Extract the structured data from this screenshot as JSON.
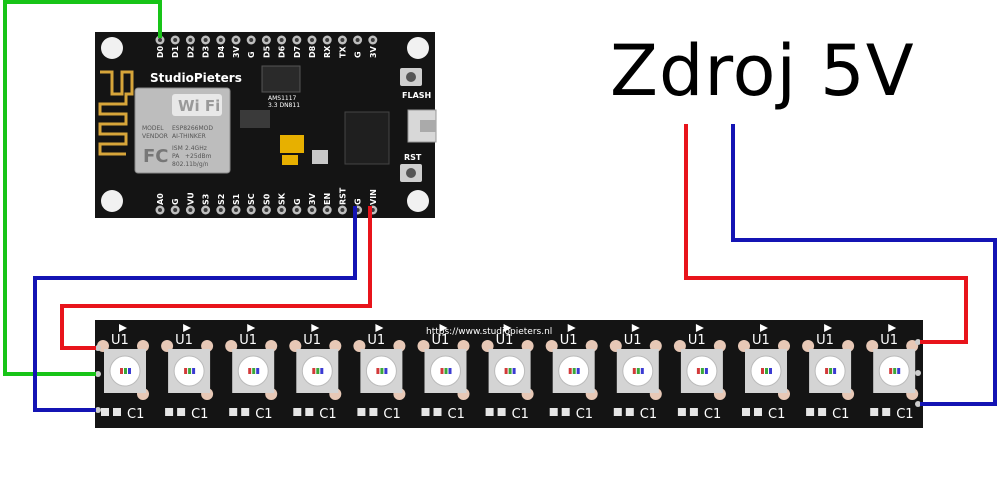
{
  "title": "Zdroj 5V",
  "board": {
    "brand": "StudioPieters",
    "top_pins": [
      "D0",
      "D1",
      "D2",
      "D3",
      "D4",
      "3V",
      "G",
      "D5",
      "D6",
      "D7",
      "D8",
      "RX",
      "TX",
      "G",
      "3V"
    ],
    "bottom_pins": [
      "A0",
      "G",
      "VU",
      "S3",
      "S2",
      "S1",
      "SC",
      "S0",
      "SK",
      "G",
      "3V",
      "EN",
      "RST",
      "G",
      "VIN"
    ],
    "flash_label": "FLASH",
    "rst_label": "RST",
    "wifi_label": "Wi Fi",
    "module_text": [
      "MODEL",
      "VENDOR",
      "ESP8266MOD",
      "AI-THINKER",
      "ISM",
      "2.4GHz",
      "PA",
      "+25dBm",
      "802.11b/g/n"
    ],
    "fc_label": "FC",
    "chip_text": [
      "AMS1117",
      "3.3 DN811"
    ]
  },
  "strip": {
    "url": "https://www.studiopieters.nl",
    "led_count": 13,
    "u_label": "U1",
    "c_label": "C1"
  },
  "wires": {
    "green": "#18c418",
    "red": "#e8141b",
    "blue": "#1414b4"
  },
  "colors": {
    "board": "#141414",
    "led_body": "#d4d4d4",
    "pad": "#e7c8b6"
  }
}
